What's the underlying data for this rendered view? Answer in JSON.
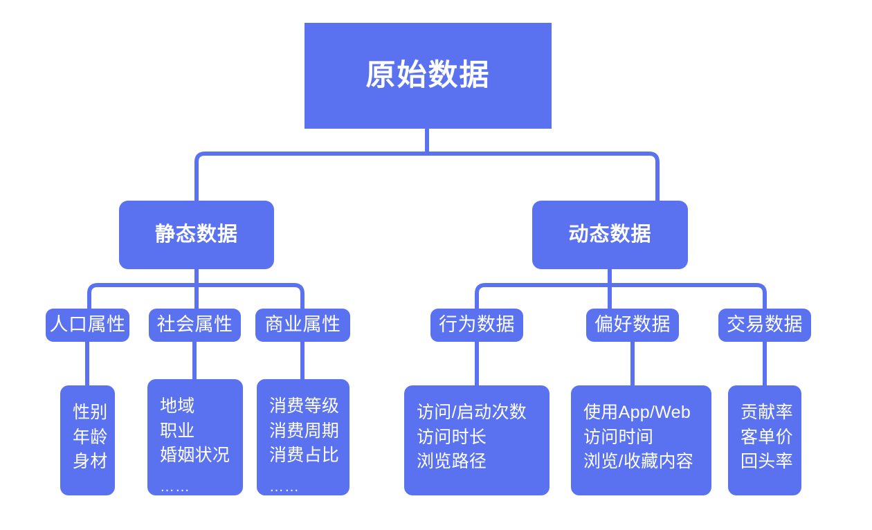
{
  "diagram": {
    "title": "原始数据",
    "background_color": "#ffffff",
    "node_color": "#5a72ef",
    "connector_color": "#5a72ef",
    "text_color": "#ffffff",
    "ellipsis": "……"
  },
  "root": {
    "label": "原始数据"
  },
  "branches": [
    {
      "label": "静态数据",
      "children": [
        {
          "label": "人口属性",
          "details": "性别\n年龄\n身材",
          "ellipsis": "……"
        },
        {
          "label": "社会属性",
          "details": "地域\n职业\n婚姻状况",
          "ellipsis": "……"
        },
        {
          "label": "商业属性",
          "details": "消费等级\n消费周期\n消费占比",
          "ellipsis": "……"
        }
      ]
    },
    {
      "label": "动态数据",
      "children": [
        {
          "label": "行为数据",
          "details": "访问/启动次数\n访问时长\n浏览路径",
          "ellipsis": "……"
        },
        {
          "label": "偏好数据",
          "details": "使用App/Web\n访问时间\n浏览/收藏内容",
          "ellipsis": "……"
        },
        {
          "label": "交易数据",
          "details": "贡献率\n客单价\n回头率",
          "ellipsis": "……"
        }
      ]
    }
  ]
}
